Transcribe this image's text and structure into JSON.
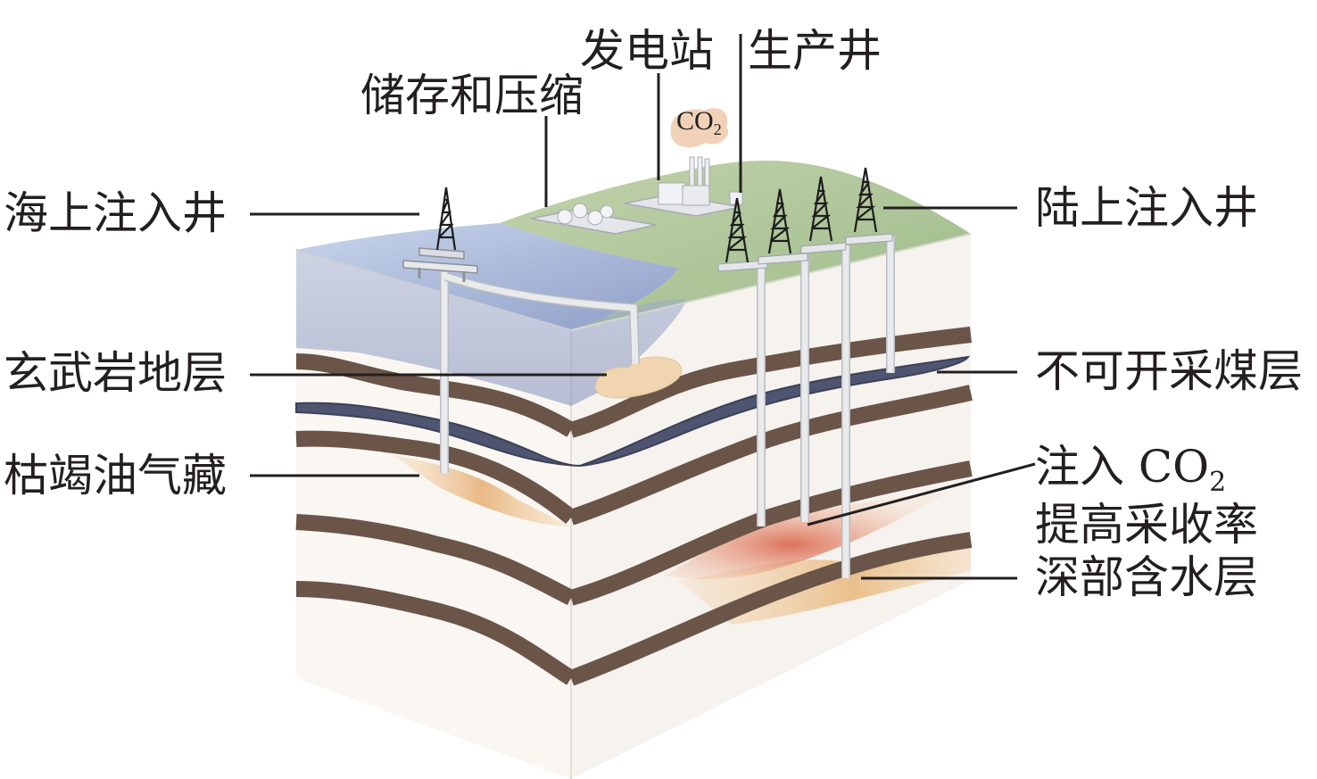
{
  "labels": {
    "offshore_injection_well": "海上注入井",
    "storage_compression": "储存和压缩",
    "power_station": "发电站",
    "production_well": "生产井",
    "onshore_injection_well": "陆上注入井",
    "basalt_formation": "玄武岩地层",
    "unminable_coal_seam": "不可开采煤层",
    "depleted_oil_gas": "枯竭油气藏",
    "co2_eor_line1_prefix": "注入 CO",
    "co2_eor_line1_sub": "2",
    "co2_eor_line2": "提高采收率",
    "deep_aquifer": "深部含水层",
    "co2_plume_prefix": "CO",
    "co2_plume_sub": "2"
  },
  "colors": {
    "land": "#b3c79a",
    "sea": "#9fb0d3",
    "rock_band": "#6b5448",
    "coal_seam": "#4f5570",
    "basalt": "#f0d5b0",
    "eor_zone": "#e59a7c",
    "aquifer": "#ecc694",
    "block_face": "#f8f5f1"
  }
}
